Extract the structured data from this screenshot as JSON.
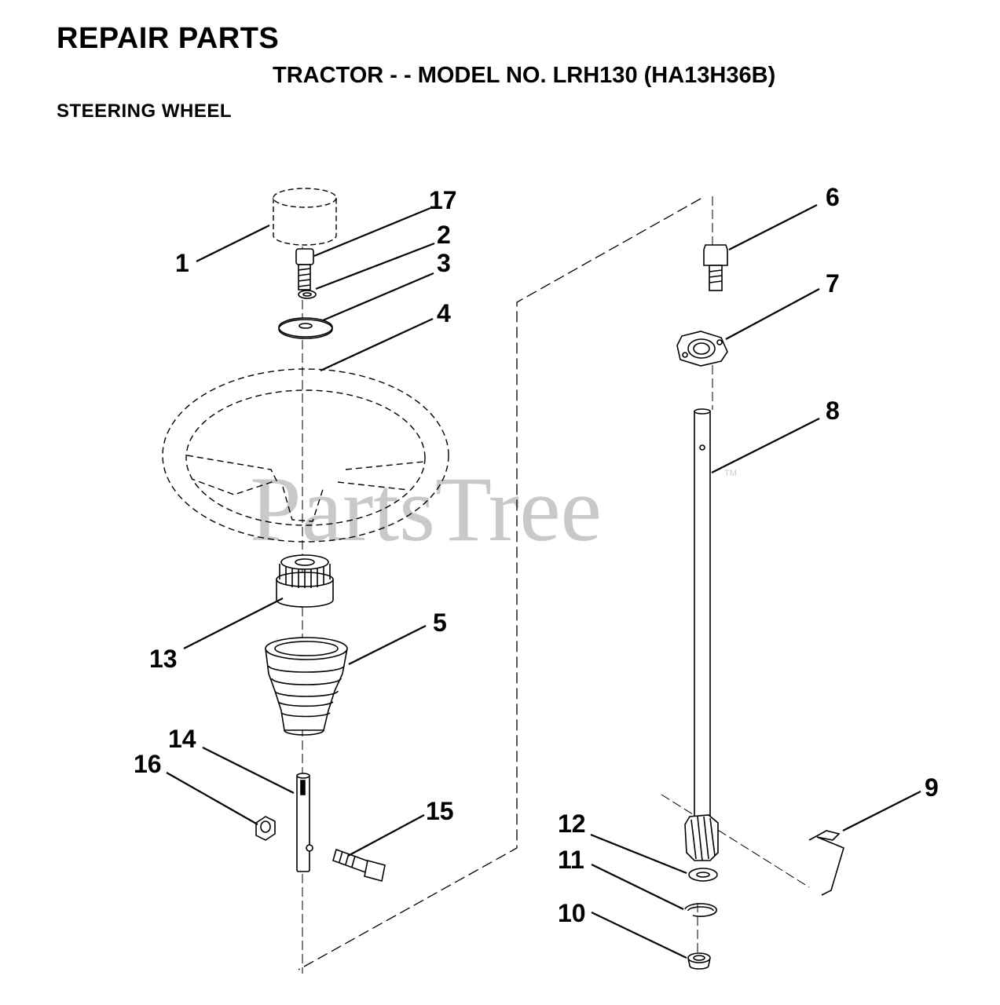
{
  "header": {
    "title": "REPAIR PARTS",
    "model": "TRACTOR - - MODEL NO. LRH130 (HA13H36B)",
    "section": "STEERING WHEEL"
  },
  "watermark": {
    "text": "PartsTree",
    "tm": "TM"
  },
  "callouts": {
    "c1": "1",
    "c2": "2",
    "c3": "3",
    "c4": "4",
    "c5": "5",
    "c6": "6",
    "c7": "7",
    "c8": "8",
    "c9": "9",
    "c10": "10",
    "c11": "11",
    "c12": "12",
    "c13": "13",
    "c14": "14",
    "c15": "15",
    "c16": "16",
    "c17": "17"
  }
}
